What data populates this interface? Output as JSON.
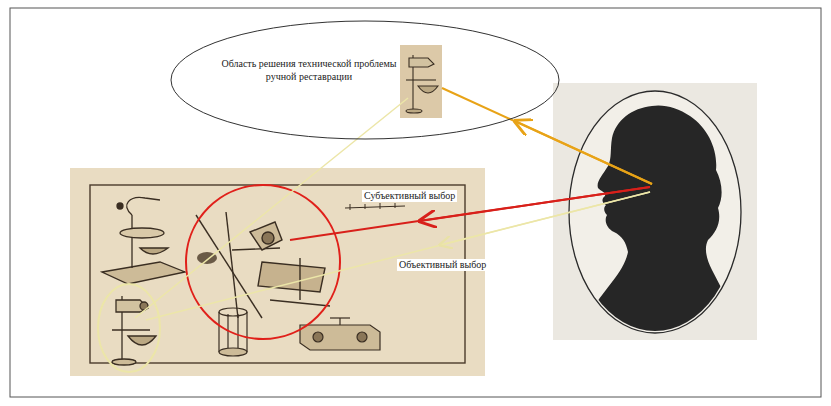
{
  "diagram": {
    "nodes": [
      {
        "text": [
          "Область решения технической проблемы ручной реставрации"
        ]
      }
    ],
    "labels": [
      "Субъективный выбор",
      "Объективный выбор"
    ]
  }
}
